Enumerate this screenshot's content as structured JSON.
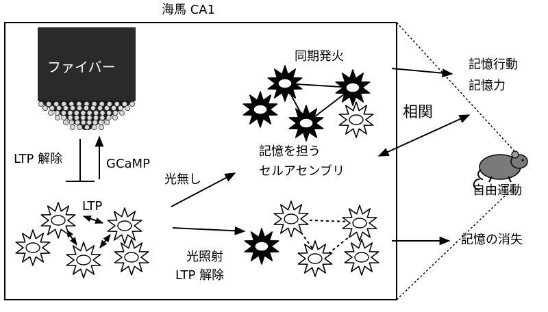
{
  "title": "海馬 CA1",
  "fiber_label": "ファイバー",
  "ltp_release_left": "LTP 解除",
  "gcamp": "GCaMP",
  "ltp": "LTP",
  "no_light": "光無し",
  "light_ltp_line1": "光照射",
  "light_ltp_line2": "LTP 解除",
  "sync_firing": "同期発火",
  "memory_assembly_line1": "記憶を担う",
  "memory_assembly_line2": "セルアセンブリ",
  "memory_behavior_line1": "記憶行動",
  "memory_behavior_line2": "記憶力",
  "correlation": "相関",
  "free_movement": "自由運動",
  "memory_loss": "記憶の消失",
  "colors": {
    "ink": "#000000",
    "fiber_body": "#2a2a2a",
    "bead": "#d9d9d9",
    "mouse": "#7a7a7a"
  },
  "icons": [
    "optical-fiber-icon",
    "neuron-icon",
    "mouse-icon"
  ]
}
